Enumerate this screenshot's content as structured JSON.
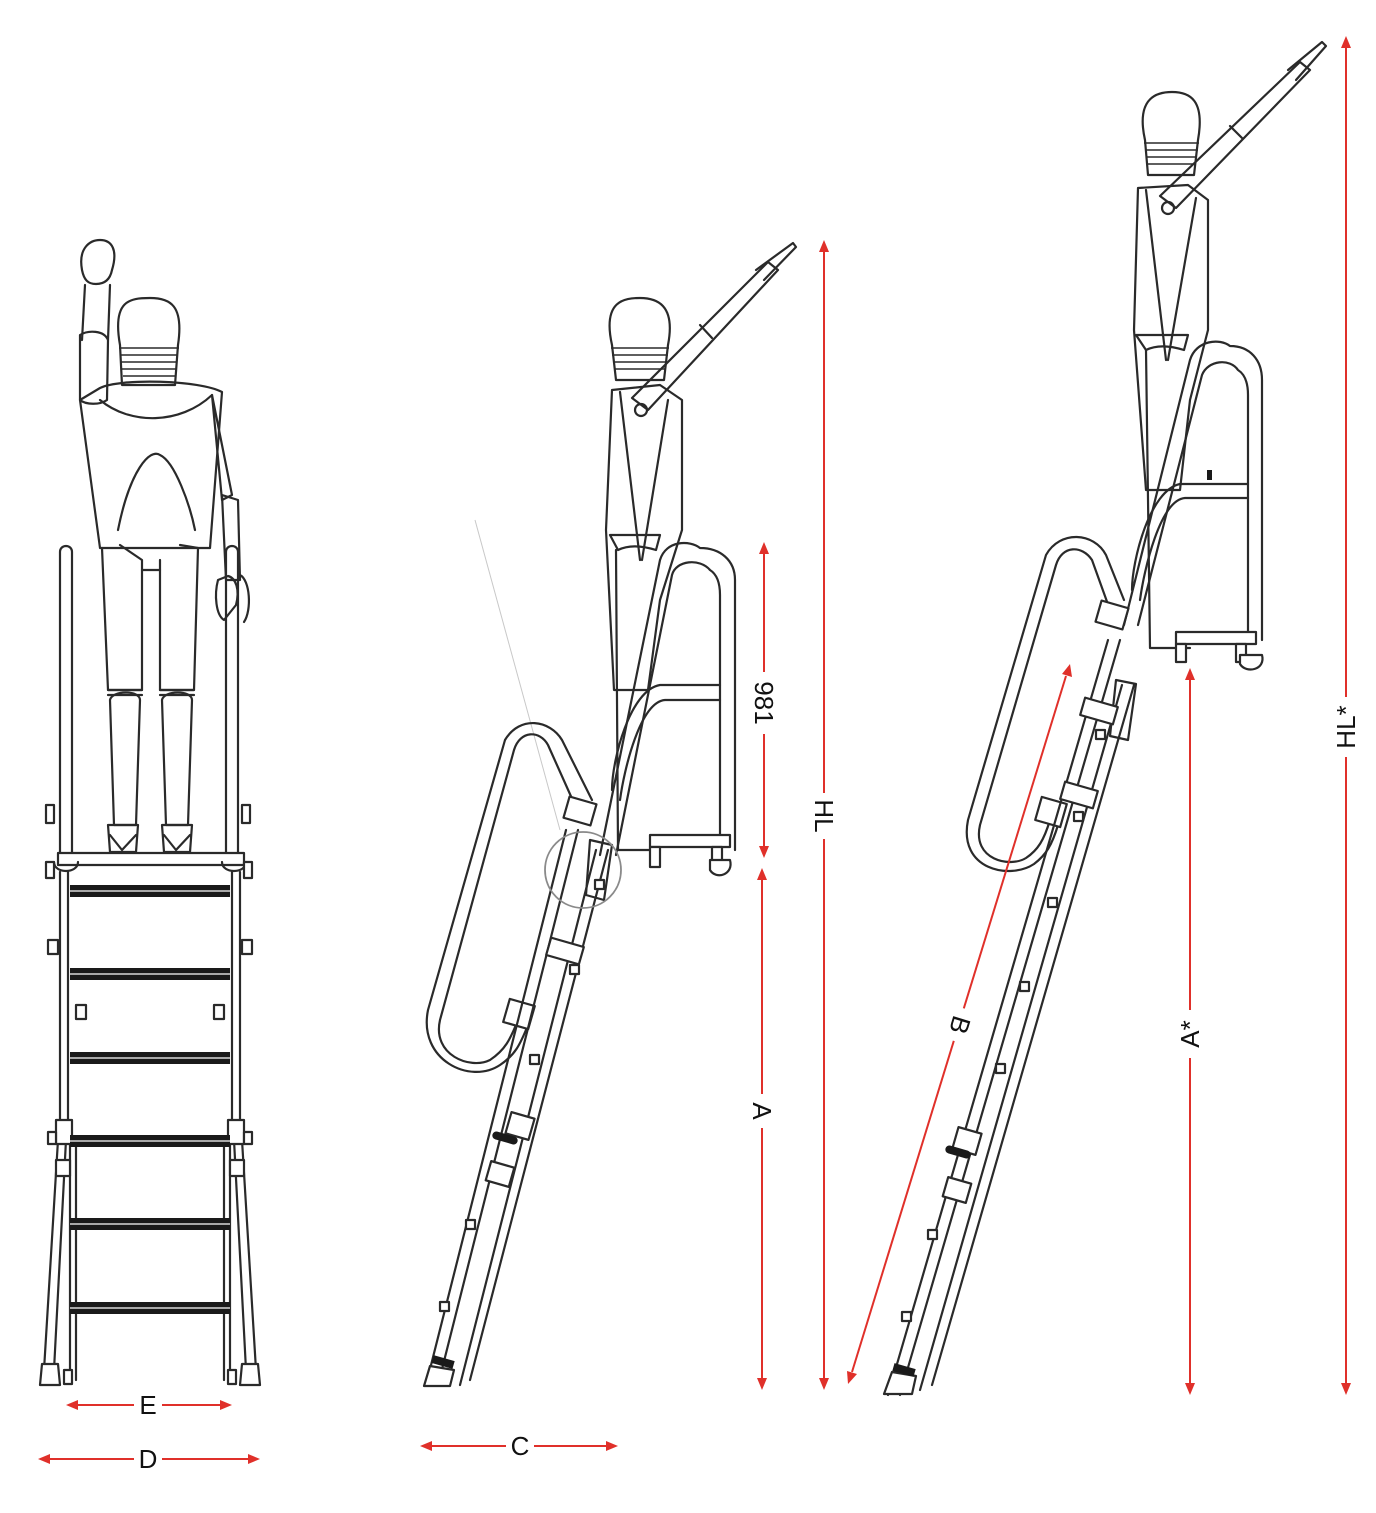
{
  "diagram": {
    "subject": "Telescopic platform ladder with safety handrails",
    "views": [
      {
        "id": "front-view",
        "description": "Front view with figure standing on platform"
      },
      {
        "id": "side-view-retracted",
        "description": "Side view, ladder retracted, detail circle at adjustment pin"
      },
      {
        "id": "side-view-extended",
        "description": "Side view, ladder extended"
      }
    ],
    "colors": {
      "line": "#2a2a2a",
      "dimension": "#e0302a",
      "background": "#ffffff"
    },
    "dimensions": {
      "E": {
        "label": "E",
        "orientation": "horizontal",
        "meaning": "inner width at feet"
      },
      "D": {
        "label": "D",
        "orientation": "horizontal",
        "meaning": "outer base width"
      },
      "C": {
        "label": "C",
        "orientation": "horizontal",
        "meaning": "base depth"
      },
      "981": {
        "label": "981",
        "orientation": "vertical",
        "meaning": "handrail height above platform (mm)"
      },
      "HL": {
        "label": "HL",
        "orientation": "vertical",
        "meaning": "reach height"
      },
      "A": {
        "label": "A",
        "orientation": "vertical",
        "meaning": "platform height"
      },
      "B": {
        "label": "B",
        "orientation": "diagonal",
        "meaning": "ladder length"
      },
      "A_star": {
        "label": "A*",
        "orientation": "vertical",
        "meaning": "extended platform height"
      },
      "HL_star": {
        "label": "HL*",
        "orientation": "vertical",
        "meaning": "extended reach height"
      }
    },
    "front_view": {
      "tread_count": 6
    }
  }
}
